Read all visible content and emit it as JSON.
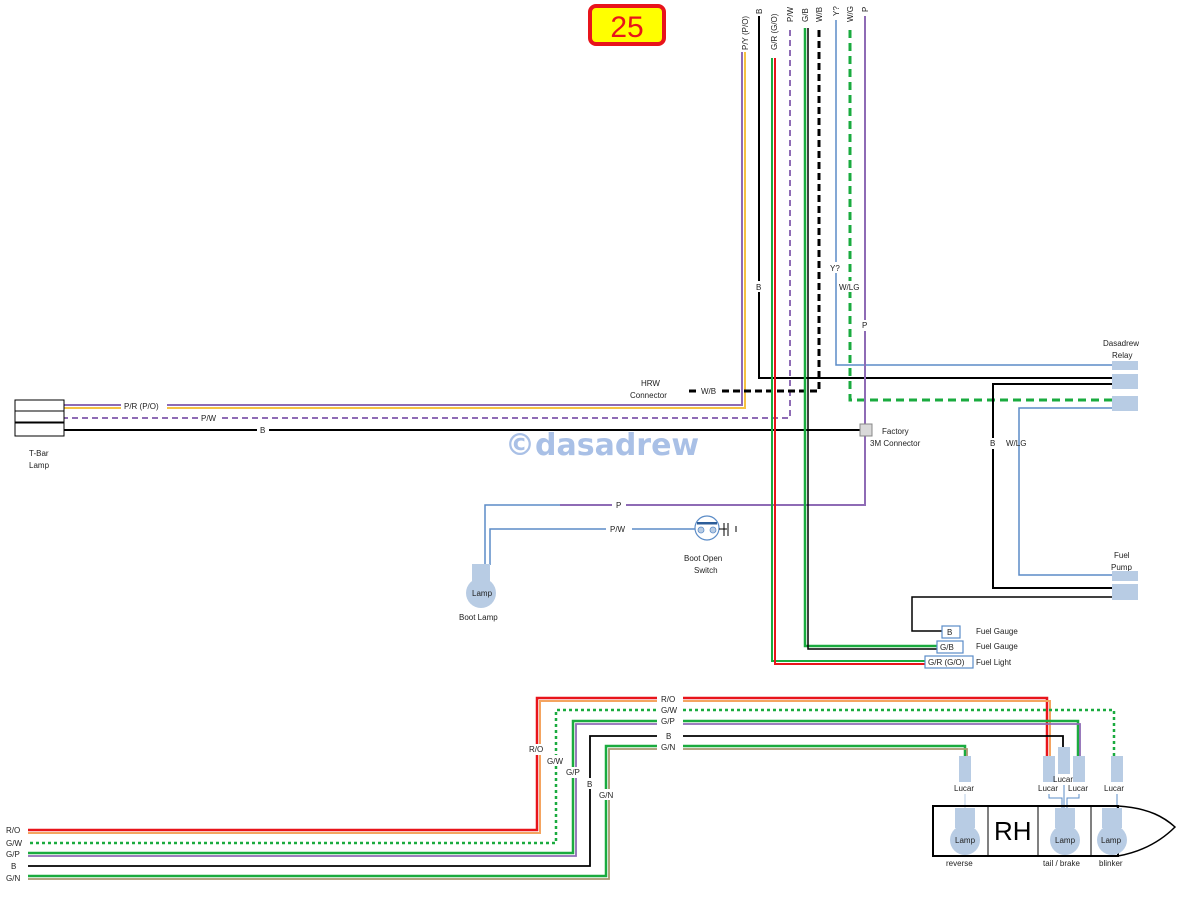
{
  "page_badge": "25",
  "watermark": "©dasadrew",
  "colors": {
    "purple": "#8e6bb5",
    "yellow": "#f5c242",
    "black": "#000000",
    "green": "#1aab3f",
    "red": "#e8141b",
    "orange": "#f4a460",
    "blue": "#5b8cc7",
    "component": "#b8cce4",
    "tan": "#a89870",
    "badge_bg": "#ffff00",
    "badge_border": "#e8141b"
  },
  "top_wires": [
    {
      "label": "P/Y (P/O)"
    },
    {
      "label": "B"
    },
    {
      "label": "G/R (G/O)"
    },
    {
      "label": "P/W"
    },
    {
      "label": "G/B"
    },
    {
      "label": "W/B"
    },
    {
      "label": "Y?"
    },
    {
      "label": "W/G"
    },
    {
      "label": "P"
    }
  ],
  "wire_labels": {
    "b_vert": "B",
    "y_vert": "Y?",
    "wlg_vert": "W/LG",
    "p_vert": "P",
    "wb_hrw": "W/B",
    "py": "P/R (P/O)",
    "pw": "P/W",
    "b_tbar": "B",
    "relay_b": "B",
    "relay_wlg": "W/LG",
    "boot_p": "P",
    "boot_pw": "P/W"
  },
  "components": {
    "tbar_lamp": "T-Bar\nLamp",
    "tbar_lamp_l1": "T-Bar",
    "tbar_lamp_l2": "Lamp",
    "hrw_l1": "HRW",
    "hrw_l2": "Connector",
    "factory_l1": "Factory",
    "factory_l2": "3M Connector",
    "relay_l1": "Dasadrew",
    "relay_l2": "Relay",
    "pump_l1": "Fuel",
    "pump_l2": "Pump",
    "boot_lamp_inner": "Lamp",
    "boot_lamp_label": "Boot Lamp",
    "switch_l1": "Boot Open",
    "switch_l2": "Switch"
  },
  "gauge_connectors": [
    {
      "code": "B",
      "desc": "Fuel Gauge"
    },
    {
      "code": "G/B",
      "desc": "Fuel Gauge"
    },
    {
      "code": "G/R (G/O)",
      "desc": "Fuel Light"
    }
  ],
  "harness": {
    "left_labels": [
      "R/O",
      "G/W",
      "G/P",
      "B",
      "G/N"
    ],
    "top_labels": [
      "R/O",
      "G/W",
      "G/P",
      "B",
      "G/N"
    ],
    "vert_labels": [
      "R/O",
      "G/W",
      "G/P",
      "B",
      "G/N"
    ]
  },
  "rear_light": {
    "side": "RH",
    "connector": "Lucar",
    "lamp": "Lamp",
    "lamps": [
      {
        "name": "reverse"
      },
      {
        "name": "tail / brake"
      },
      {
        "name": "blinker"
      }
    ]
  }
}
